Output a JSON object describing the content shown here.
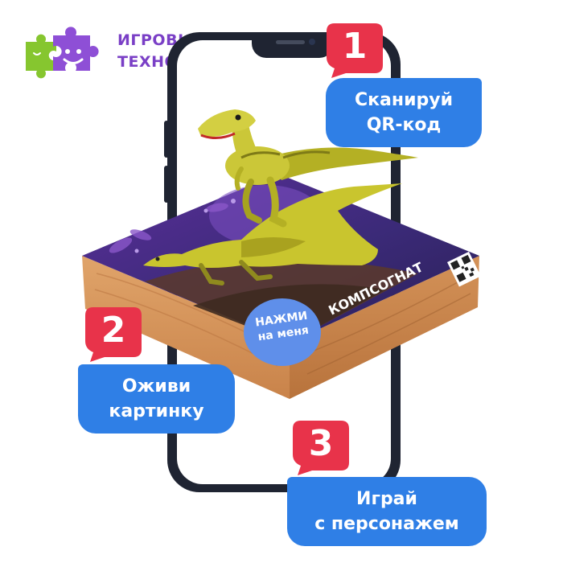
{
  "brand": {
    "line1": "ИГРОВЫЕ",
    "line2": "ТЕХНОЛОГИИ",
    "color": "#7a3fc6"
  },
  "card": {
    "title": "КОМПСОГНАТ",
    "button_line1": "НАЖМИ",
    "button_line2": "на меня",
    "button_color": "#5f8fea"
  },
  "steps": [
    {
      "number": "1",
      "line1": "Сканируй",
      "line2": "QR-код"
    },
    {
      "number": "2",
      "line1": "Оживи",
      "line2": "картинку"
    },
    {
      "number": "3",
      "line1": "Играй",
      "line2": "с персонажем"
    }
  ],
  "colors": {
    "badge_red": "#e8334a",
    "label_blue": "#2f7fe6",
    "phone_frame": "#1f2432"
  },
  "icons": [
    "puzzle-logo-icon",
    "qr-code-icon",
    "dinosaur-illustration"
  ]
}
